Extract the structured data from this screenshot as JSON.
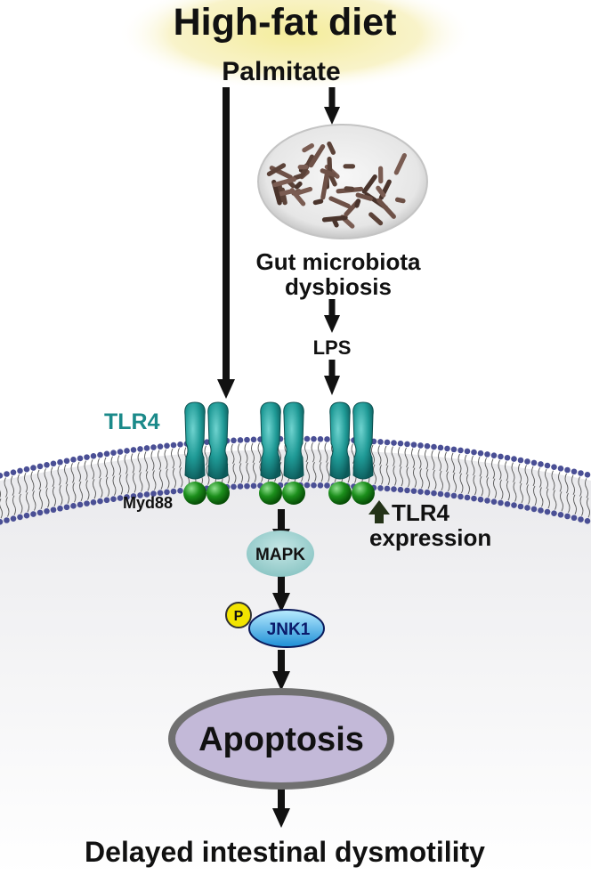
{
  "diagram": {
    "source": {
      "title": "High-fat diet",
      "subtitle": "Palmitate"
    },
    "microbiota": {
      "line1": "Gut microbiota",
      "line2": "dysbiosis"
    },
    "lps": "LPS",
    "receptor": {
      "name": "TLR4",
      "adaptor": "Myd88"
    },
    "expression": {
      "line1": "TLR4",
      "line2": "expression"
    },
    "mapk": "MAPK",
    "jnk": {
      "phospho": "P",
      "name": "JNK1"
    },
    "apoptosis": "Apoptosis",
    "outcome": "Delayed intestinal dysmotility"
  },
  "colors": {
    "glow": "#f6eeaa",
    "receptor": "#1b8f8f",
    "receptor_label": "#1b8a8a",
    "myd88": "#117a11",
    "membrane_head": "#4a4f95",
    "mapk": "#99cfcf",
    "jnk": "#2b9fe0",
    "phospho": "#f2e400",
    "apoptosis_fill": "#c3b9d8",
    "apoptosis_ring": "#707070",
    "arrow": "#111111"
  },
  "icons": {
    "microbiota": "bacteria-colony-icon",
    "expression": "up-arrow-icon"
  }
}
